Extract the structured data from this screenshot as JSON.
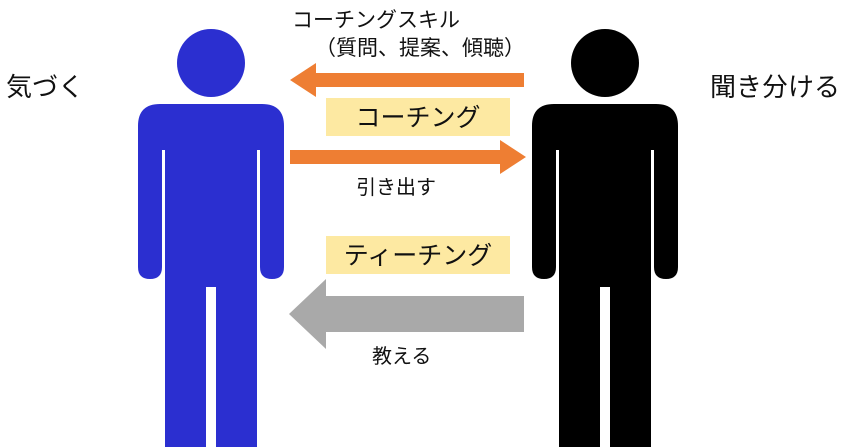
{
  "people": {
    "left": {
      "label": "気づく",
      "color": "#2b2fd0"
    },
    "right": {
      "label": "聞き分ける",
      "color": "#000000"
    }
  },
  "coaching_skill": {
    "title": "コーチングスキル",
    "detail": "（質問、提案、傾聴）"
  },
  "coaching": {
    "label": "コーチング",
    "arrow_label": "引き出す",
    "box_color": "#fde9a2",
    "arrow_color": "#ee7e33"
  },
  "teaching": {
    "label": "ティーチング",
    "arrow_label": "教える",
    "box_color": "#fde9a2",
    "arrow_color": "#a9a9a9"
  }
}
